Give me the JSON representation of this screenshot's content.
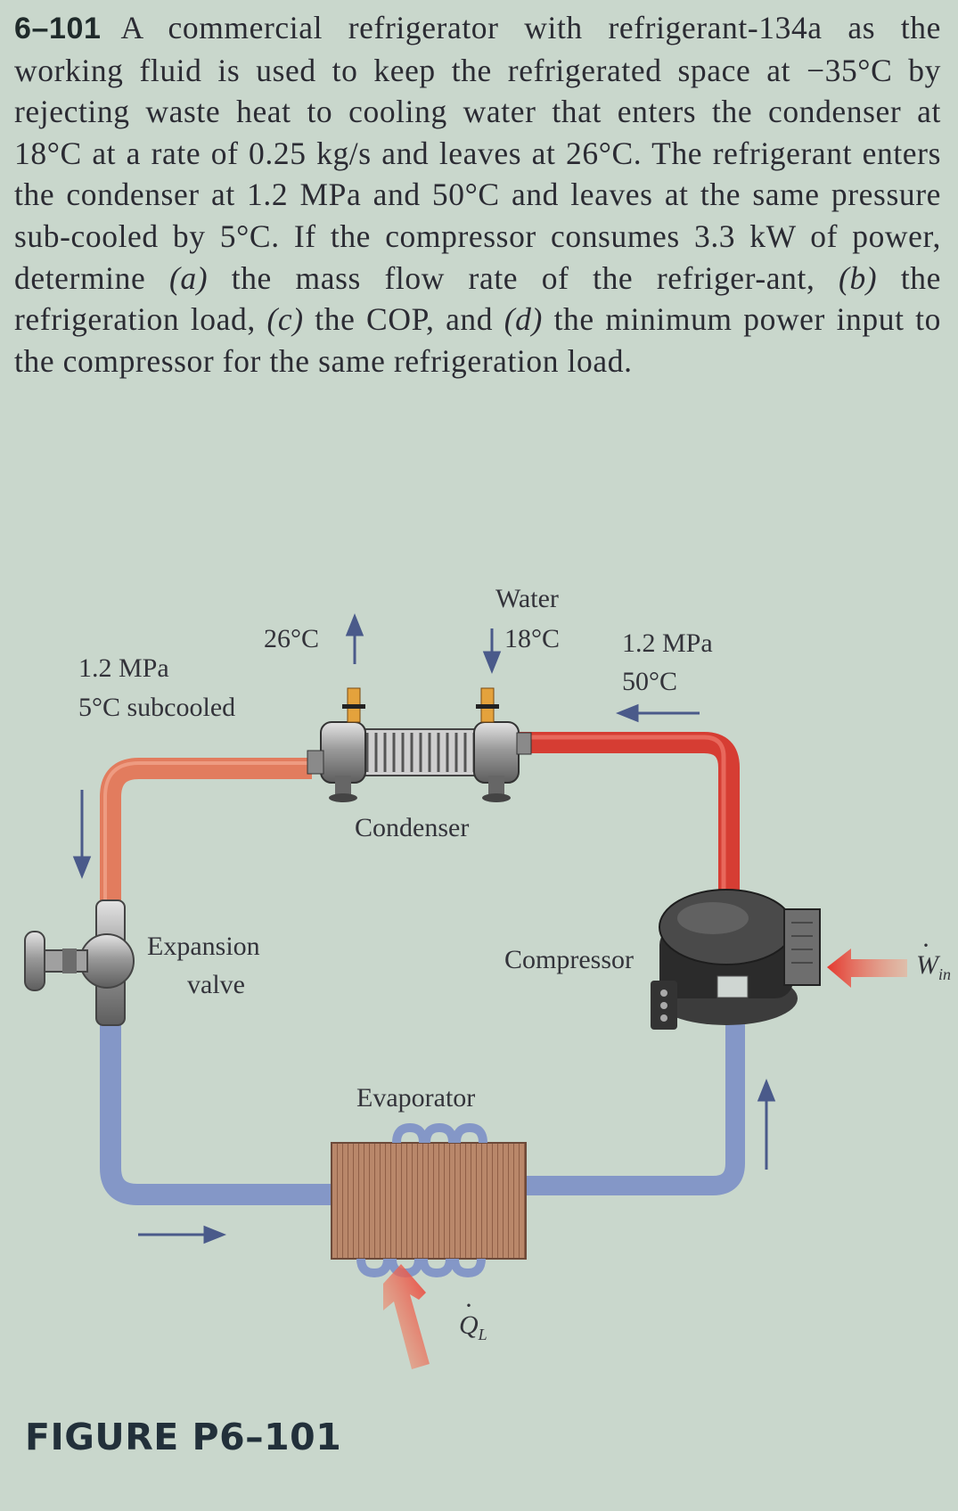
{
  "problem": {
    "number": "6–101",
    "lines": [
      "A commercial refrigerator with refrigerant-134a as the working fluid is used to keep the refrigerated space at −35°C by rejecting waste heat to cooling water that enters the condenser at 18°C at a rate of 0.25 kg/s and leaves at 26°C. The refrigerant enters the condenser at 1.2 MPa and 50°C and leaves at the same pressure sub-cooled by 5°C. If the compressor consumes 3.3 kW of power, determine ",
      "(a)",
      " the mass flow rate of the refriger-ant, ",
      "(b)",
      " the refrigeration load, ",
      "(c)",
      " the COP, and ",
      "(d)",
      " the minimum power input to the compressor for the same refrigeration load."
    ]
  },
  "figure": {
    "caption": "FIGURE P6–101",
    "labels": {
      "water": "Water",
      "water_in_temp": "18°C",
      "water_out_temp": "26°C",
      "inlet_pressure": "1.2 MPa",
      "inlet_temp": "50°C",
      "outlet_pressure": "1.2 MPa",
      "outlet_state": "5°C subcooled",
      "condenser": "Condenser",
      "expansion_valve_line1": "Expansion",
      "expansion_valve_line2": "valve",
      "compressor": "Compressor",
      "evaporator": "Evaporator",
      "work_in": "W",
      "work_in_sub": "in",
      "heat_in": "Q",
      "heat_in_sub": "L"
    },
    "colors": {
      "hot_pipe": "#e0473a",
      "warm_pipe": "#e07a58",
      "cold_pipe": "#8a9dc9",
      "arrow": "#4a5a8a",
      "heat_arrow": "#e8573f"
    }
  }
}
